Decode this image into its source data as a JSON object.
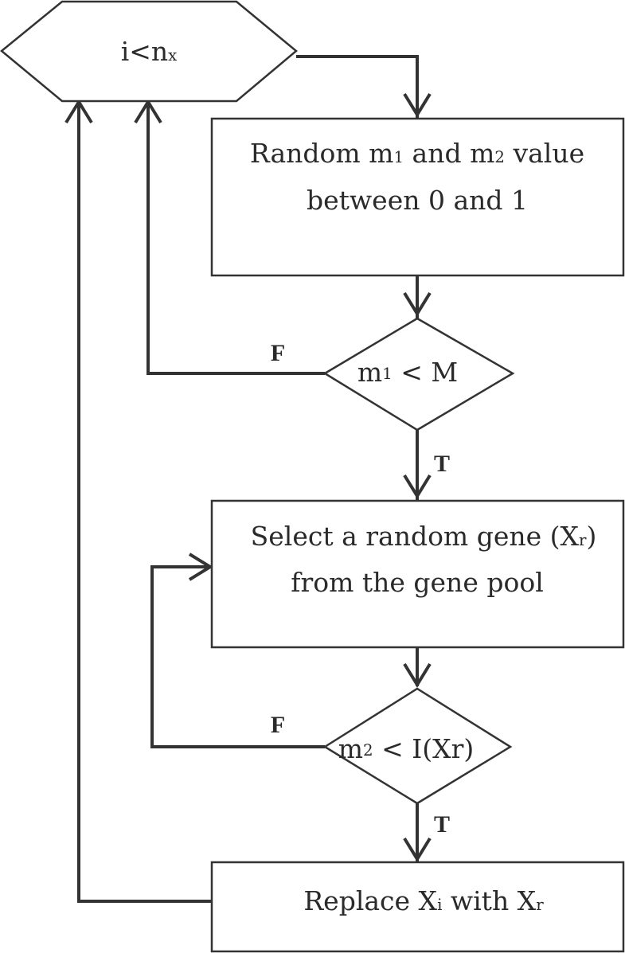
{
  "nodes": {
    "loop_condition": {
      "text": "i<n",
      "sub": "x"
    },
    "random_values": {
      "line1": {
        "a": "Random m",
        "a_sub": "1",
        "b": " and m",
        "b_sub": "2",
        "c": " value"
      },
      "line2": "between 0 and 1"
    },
    "decision_m1": {
      "a": "m",
      "a_sub": "1",
      "b": " < M"
    },
    "select_gene": {
      "line1": {
        "a": "Select a random gene (X",
        "a_sub": "r",
        "b": ")"
      },
      "line2": "from the gene pool"
    },
    "decision_m2": {
      "a": "m",
      "a_sub": "2",
      "b": " < I(Xr)"
    },
    "replace": {
      "a": "Replace X",
      "a_sub": "i",
      "b": " with X",
      "b_sub": "r"
    }
  },
  "edge_labels": {
    "m1_false": "F",
    "m1_true": "T",
    "m2_false": "F",
    "m2_true": "T"
  }
}
